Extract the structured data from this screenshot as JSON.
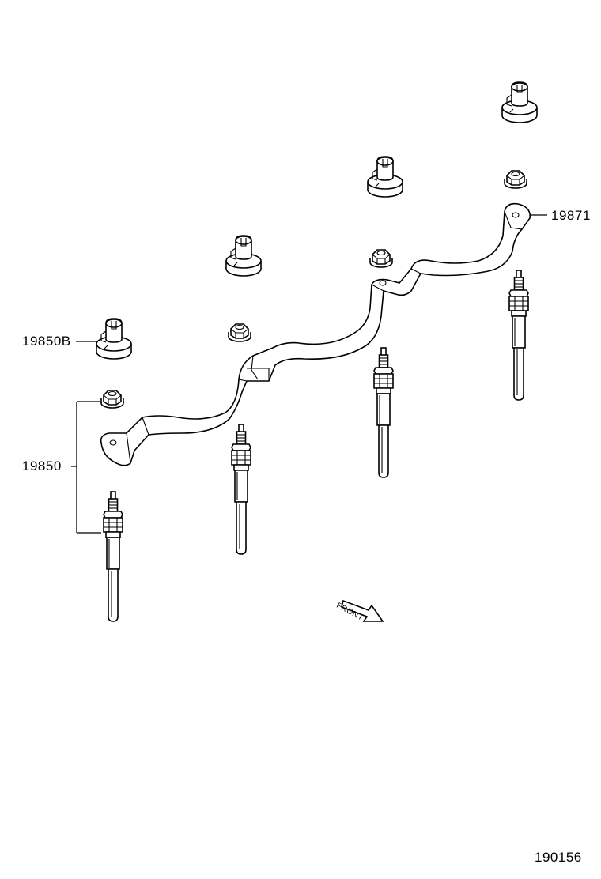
{
  "labels": {
    "part_19871": "19871",
    "part_19850B": "19850B",
    "part_19850": "19850",
    "ref_number": "190156",
    "front_marker": "FRONT"
  }
}
